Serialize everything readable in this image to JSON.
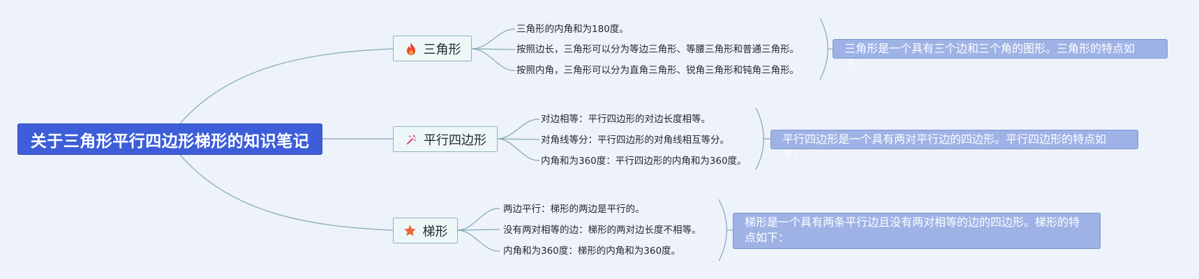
{
  "root": {
    "title": "关于三角形平行四边形梯形的知识笔记"
  },
  "topics": [
    {
      "label": "三角形",
      "icon": "fire-icon",
      "items": [
        "三角形的内角和为180度。",
        "按照边长，三角形可以分为等边三角形、等腰三角形和普通三角形。",
        "按照内角，三角形可以分为直角三角形、锐角三角形和钝角三角形。"
      ],
      "summary": "三角形是一个具有三个边和三个角的图形。三角形的特点如下："
    },
    {
      "label": "平行四边形",
      "icon": "sparkle-icon",
      "items": [
        "对边相等：平行四边形的对边长度相等。",
        "对角线等分：平行四边形的对角线相互等分。",
        "内角和为360度：平行四边形的内角和为360度。"
      ],
      "summary": "平行四边形是一个具有两对平行边的四边形。平行四边形的特点如下："
    },
    {
      "label": "梯形",
      "icon": "star-icon",
      "items": [
        "两边平行：梯形的两边是平行的。",
        "没有两对相等的边：梯形的两对边长度不相等。",
        "内角和为360度：梯形的内角和为360度。"
      ],
      "summary": "梯形是一个具有两条平行边且没有两对相等的边的四边形。梯形的特点如下："
    }
  ],
  "colors": {
    "root_fill": "#3d5ed8",
    "summary_fill": "#9eb2e6",
    "topic_border": "#8cb4bc",
    "connector": "#7fa9b3",
    "fire": "#e8452c",
    "sparkle": "#e0407a",
    "star": "#e8673c"
  }
}
